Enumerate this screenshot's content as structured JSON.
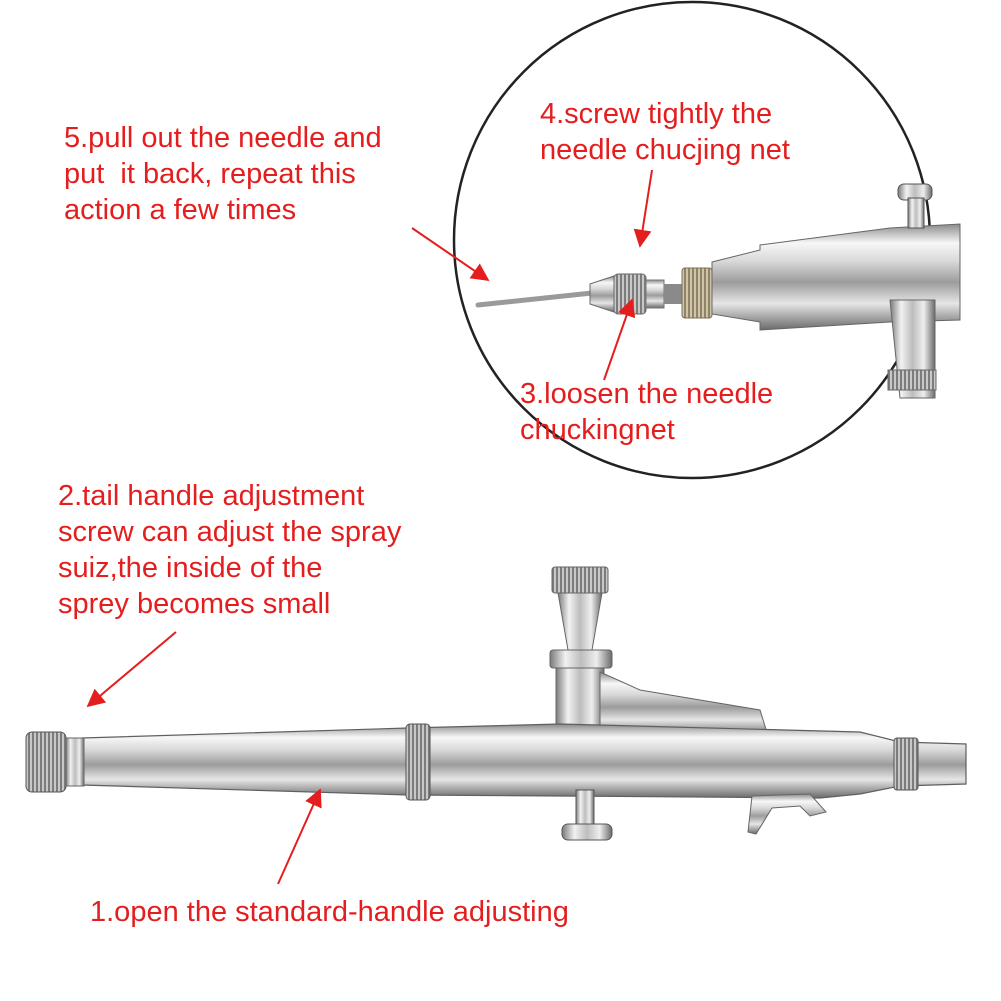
{
  "colors": {
    "annotation": "#e41e1e",
    "metal_light": "#f4f4f4",
    "metal_mid": "#bdbdbd",
    "metal_dark": "#6e6e6e",
    "circle_outline": "#222222"
  },
  "icons": {
    "arrow": "arrow-icon"
  },
  "steps": [
    {
      "id": "1",
      "lines": [
        "1.open the standard-handle adjusting"
      ]
    },
    {
      "id": "2",
      "lines": [
        "2.tail handle adjustment",
        "screw can adjust the spray",
        "suiz,the inside of the",
        "sprey becomes small"
      ]
    },
    {
      "id": "3",
      "lines": [
        "3.loosen the needle",
        "chuckingnet"
      ]
    },
    {
      "id": "4",
      "lines": [
        "4.screw tightly the",
        "needle chucjing net"
      ]
    },
    {
      "id": "5",
      "lines": [
        "5.pull out the needle and",
        "put  it back, repeat this",
        "action a few times"
      ]
    }
  ]
}
